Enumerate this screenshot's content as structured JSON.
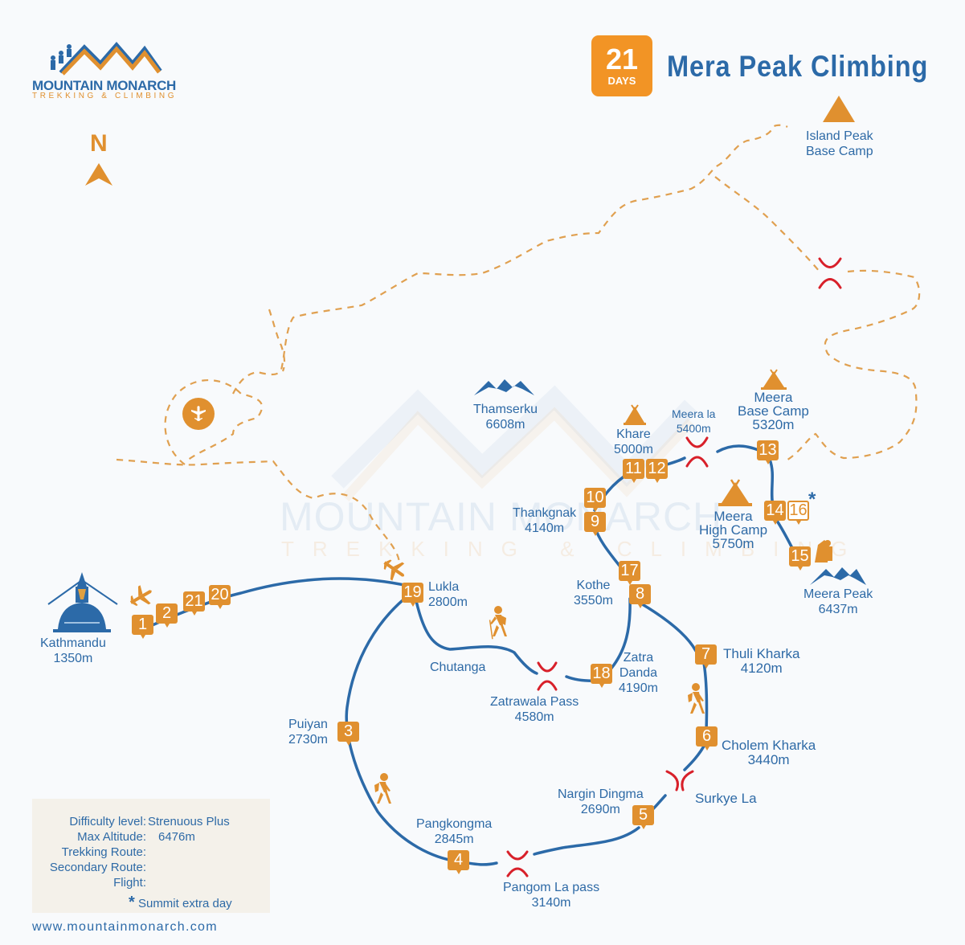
{
  "brand": {
    "name": "MOUNTAIN MONARCH",
    "tagline": "TREKKING & CLIMBING",
    "website": "www.mountainmonarch.com"
  },
  "header": {
    "days_number": "21",
    "days_label": "DAYS",
    "title": "Mera Peak Climbing"
  },
  "compass": {
    "label": "N"
  },
  "colors": {
    "trek_route": "#2c6aa8",
    "secondary_route": "#e0a050",
    "accent_orange": "#e0902f",
    "pass_red": "#d8202a",
    "legend_bg": "#f4f1ea"
  },
  "places": {
    "kathmandu": {
      "name": "Kathmandu",
      "alt": "1350m"
    },
    "lukla": {
      "name": "Lukla",
      "alt": "2800m"
    },
    "chutanga": {
      "name": "Chutanga"
    },
    "zatrawala": {
      "name": "Zatrawala Pass",
      "alt": "4580m"
    },
    "zatra_danda": {
      "name1": "Zatra",
      "name2": "Danda",
      "alt": "4190m"
    },
    "kothe": {
      "name": "Kothe",
      "alt": "3550m"
    },
    "thankgnak": {
      "name": "Thankgnak",
      "alt": "4140m"
    },
    "thamserku": {
      "name": "Thamserku",
      "alt": "6608m"
    },
    "khare": {
      "name": "Khare",
      "alt": "5000m"
    },
    "meera_la": {
      "name": "Meera la",
      "alt": "5400m"
    },
    "meera_bc": {
      "name1": "Meera",
      "name2": "Base Camp",
      "alt": "5320m"
    },
    "meera_hc": {
      "name1": "Meera",
      "name2": "High Camp",
      "alt": "5750m"
    },
    "meera_peak": {
      "name": "Meera Peak",
      "alt": "6437m"
    },
    "island_peak": {
      "name1": "Island Peak",
      "name2": "Base Camp"
    },
    "thuli_kharka": {
      "name": "Thuli Kharka",
      "alt": "4120m"
    },
    "cholem_kharka": {
      "name": "Cholem Kharka",
      "alt": "3440m"
    },
    "surkye_la": {
      "name": "Surkye La"
    },
    "nargin": {
      "name": "Nargin Dingma",
      "alt": "2690m"
    },
    "pangom": {
      "name": "Pangom La pass",
      "alt": "3140m"
    },
    "pangkongma": {
      "name": "Pangkongma",
      "alt": "2845m"
    },
    "puiyan": {
      "name": "Puiyan",
      "alt": "2730m"
    }
  },
  "day_markers": {
    "d1": "1",
    "d2": "2",
    "d3": "3",
    "d4": "4",
    "d5": "5",
    "d6": "6",
    "d7": "7",
    "d8": "8",
    "d9": "9",
    "d10": "10",
    "d11": "11",
    "d12": "12",
    "d13": "13",
    "d14": "14",
    "d15": "15",
    "d16": "16",
    "d17": "17",
    "d18": "18",
    "d19": "19",
    "d20": "20",
    "d21": "21"
  },
  "summit_marker": "*",
  "legend": {
    "difficulty_key": "Difficulty level:",
    "difficulty_val": "Strenuous Plus",
    "altitude_key": "Max Altitude:",
    "altitude_val": "6476m",
    "trekking_key": "Trekking Route:",
    "secondary_key": "Secondary Route:",
    "flight_key": "Flight:",
    "summit_star": "*",
    "summit_val": "Summit extra day"
  },
  "watermark": {
    "line1": "MOUNTAIN MONARCH",
    "line2": "TREKKING & CLIMBING"
  }
}
